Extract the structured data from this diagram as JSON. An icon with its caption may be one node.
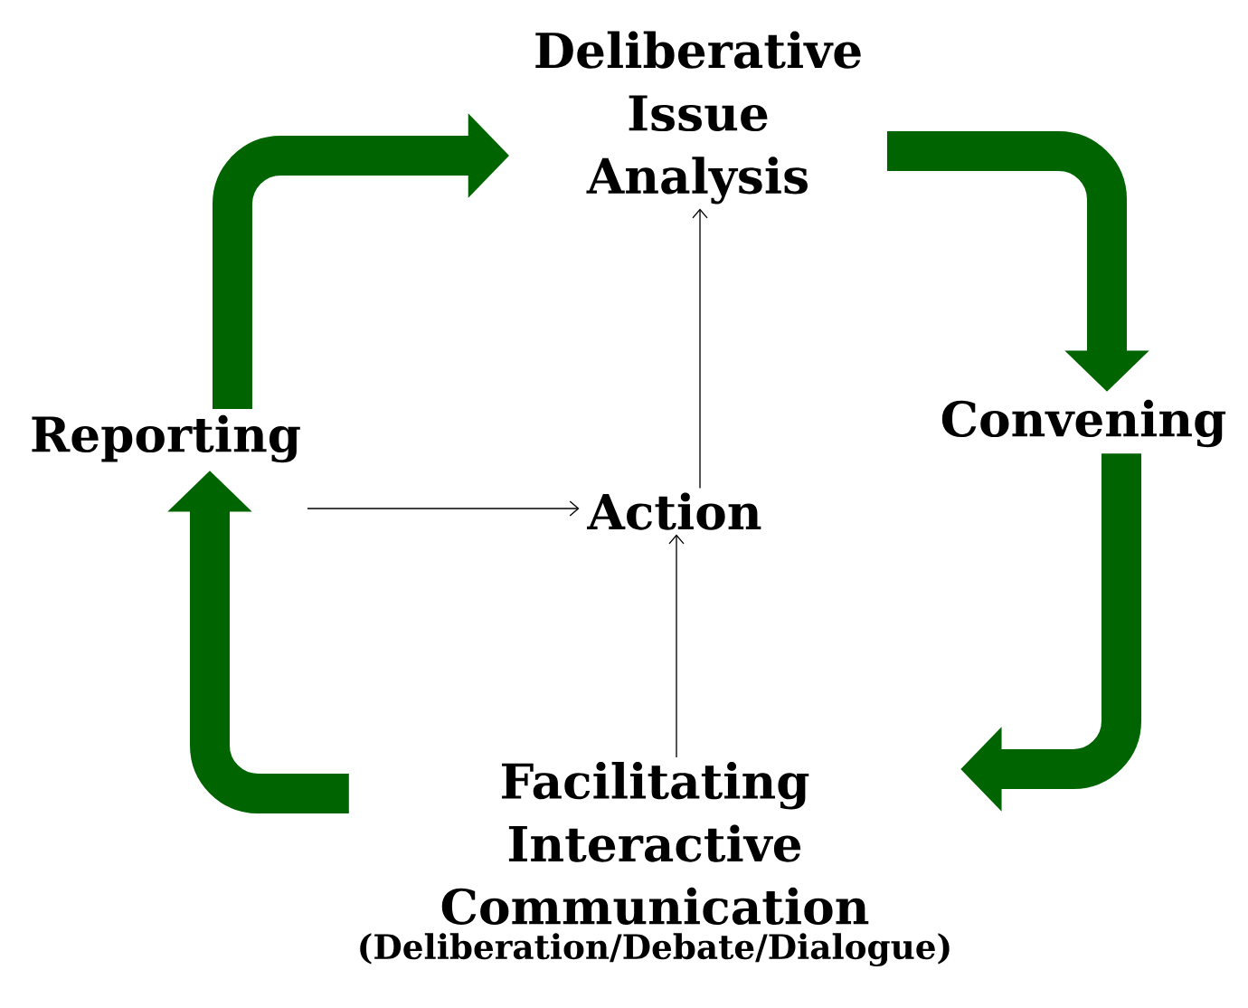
{
  "diagram": {
    "nodes": [
      {
        "text": [
          "Deliberative Issue Analysis"
        ]
      },
      {
        "text": [
          "Convening"
        ]
      },
      {
        "text": [
          "Facilitating Interactive Communication",
          "(Deliberation/Debate/Dialogue)"
        ]
      },
      {
        "text": [
          "Reporting"
        ]
      },
      {
        "text": [
          "Action"
        ]
      }
    ],
    "edges": [
      {
        "from": 3,
        "to": 0,
        "arrow": "to"
      },
      {
        "from": 0,
        "to": 1,
        "arrow": "to"
      },
      {
        "from": 1,
        "to": 2,
        "arrow": "to"
      },
      {
        "from": 2,
        "to": 3,
        "arrow": "to"
      },
      {
        "from": 4,
        "to": 0,
        "arrow": "to",
        "color": "#000000"
      },
      {
        "from": 2,
        "to": 4,
        "arrow": "to",
        "color": "#000000"
      },
      {
        "from": 3,
        "to": 4,
        "arrow": "to",
        "color": "#000000"
      }
    ]
  }
}
